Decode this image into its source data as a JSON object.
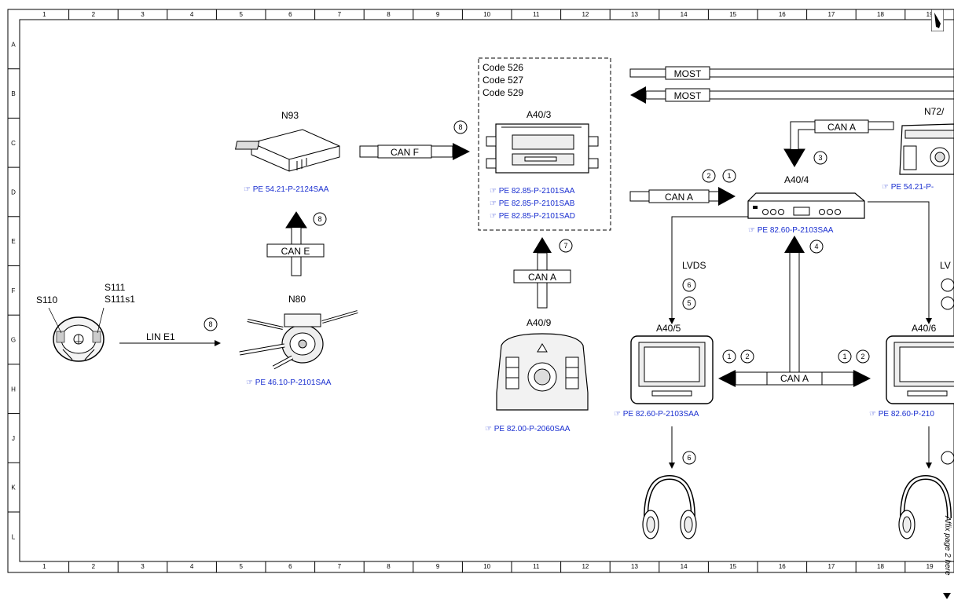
{
  "grid": {
    "columns": [
      "1",
      "2",
      "3",
      "4",
      "5",
      "6",
      "7",
      "8",
      "9",
      "10",
      "11",
      "12",
      "13",
      "14",
      "15",
      "16",
      "17",
      "18",
      "19"
    ],
    "rows": [
      "A",
      "B",
      "C",
      "D",
      "E",
      "F",
      "G",
      "H",
      "J",
      "K",
      "L"
    ]
  },
  "components": {
    "s110": "S110",
    "s111": "S111",
    "s111s1": "S111s1",
    "n80": "N80",
    "n93": "N93",
    "a40_3": "A40/3",
    "a40_9": "A40/9",
    "a40_4": "A40/4",
    "a40_5": "A40/5",
    "a40_6": "A40/6",
    "n72": "N72/",
    "codes": [
      "Code 526",
      "Code 527",
      "Code 529"
    ]
  },
  "refs": {
    "n80": "PE 46.10-P-2101SAA",
    "n93": "PE 54.21-P-2124SAA",
    "a40_3": [
      "PE 82.85-P-2101SAA",
      "PE 82.85-P-2101SAB",
      "PE 82.85-P-2101SAD"
    ],
    "a40_9": "PE 82.00-P-2060SAA",
    "a40_4": "PE 82.60-P-2103SAA",
    "a40_5": "PE 82.60-P-2103SAA",
    "a40_6": "PE 82.60-P-210",
    "n72": "PE 54.21-P-"
  },
  "buses": {
    "lin_e1": "LIN E1",
    "can_e": "CAN E",
    "can_f": "CAN F",
    "can_a": "CAN A",
    "most": "MOST",
    "lvds": "LVDS",
    "lvds_cut": "LV"
  },
  "callouts": [
    "1",
    "2",
    "3",
    "4",
    "5",
    "6",
    "7",
    "8"
  ],
  "side_note": "Affix page 2 here"
}
